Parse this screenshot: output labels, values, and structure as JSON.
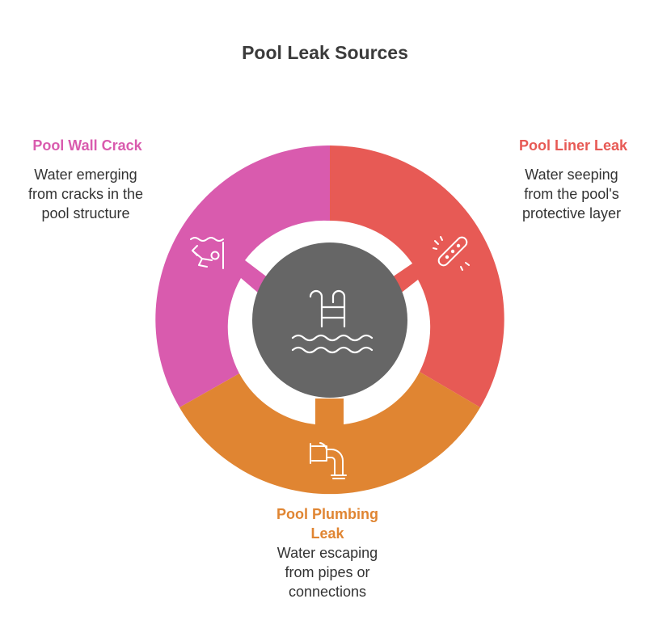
{
  "title": "Pool Leak Sources",
  "center": {
    "icon": "pool-ladder-icon"
  },
  "segments": [
    {
      "label": "Pool Liner Leak",
      "description_lines": [
        "Water seeping",
        "from the pool's",
        "protective layer"
      ],
      "icon": "liner-strip-icon",
      "color": "#e75a55"
    },
    {
      "label_lines": [
        "Pool Plumbing",
        "Leak"
      ],
      "description_lines": [
        "Water escaping",
        "from pipes or",
        "connections"
      ],
      "icon": "pipe-icon",
      "color": "#e08532"
    },
    {
      "label": "Pool Wall Crack",
      "description_lines": [
        "Water emerging",
        "from cracks in the",
        "pool structure"
      ],
      "icon": "swimmer-icon",
      "color": "#d95bae"
    }
  ],
  "colors": {
    "center": "#666666",
    "title": "#3b3b3b",
    "text": "#333333"
  }
}
